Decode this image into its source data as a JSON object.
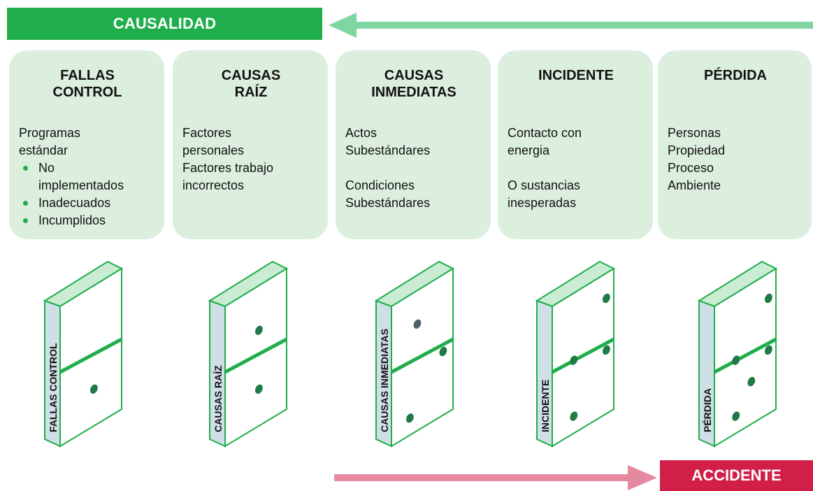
{
  "banners": {
    "causalidad": "CAUSALIDAD",
    "accidente": "ACCIDENTE"
  },
  "colors": {
    "green": "#1fae4b",
    "light_green_arrow": "#7fd6a0",
    "card_bg": "#dcefdf",
    "pink_arrow": "#e58a9e",
    "accident_red": "#d11f48"
  },
  "cards": [
    {
      "title": "FALLAS\nCONTROL",
      "lines": [
        "Programas\nestándar"
      ],
      "bullets": [
        "No\nimplementados",
        "Inadecuados",
        "Incumplidos"
      ]
    },
    {
      "title": "CAUSAS\nRAÍZ",
      "lines": [
        "Factores\npersonales",
        "Factores trabajo\nincorrectos"
      ]
    },
    {
      "title": "CAUSAS\nINMEDIATAS",
      "lines": [
        "Actos\nSubestándares",
        "",
        "Condiciones\nSubestándares"
      ]
    },
    {
      "title": "INCIDENTE",
      "lines": [
        "Contacto con\nenergia",
        "",
        "O sustancias\ninesperadas"
      ]
    },
    {
      "title": "PÉRDIDA",
      "lines": [
        "Personas",
        "Propiedad",
        "Proceso",
        "Ambiente"
      ]
    }
  ],
  "dominoes": [
    {
      "label": "FALLAS CONTROL",
      "pips": 1
    },
    {
      "label": "CAUSAS RAÍZ",
      "pips": 2
    },
    {
      "label": "CAUSAS INMEDIATAS",
      "pips": 3
    },
    {
      "label": "INCIDENTE",
      "pips": 4
    },
    {
      "label": "PÉRDIDA",
      "pips": 5
    }
  ]
}
